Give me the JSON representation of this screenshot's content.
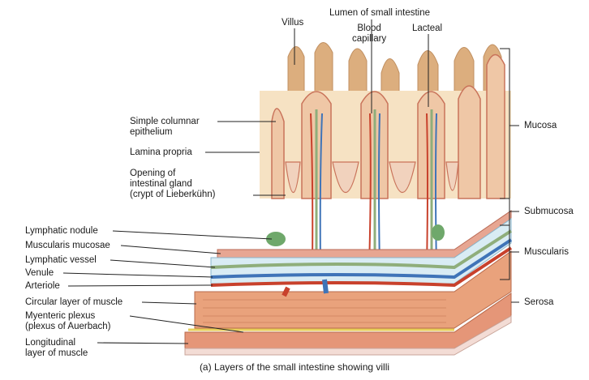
{
  "labels": {
    "villus": "Villus",
    "lumen": "Lumen of small intestine",
    "blood_capillary": "Blood\ncapillary",
    "lacteal": "Lacteal",
    "simple_columnar": "Simple columnar\nepithelium",
    "lamina_propria": "Lamina propria",
    "opening_gland": "Opening of\nintestinal gland\n(crypt of Lieberkühn)",
    "lymphatic_nodule": "Lymphatic nodule",
    "muscularis_mucosae": "Muscularis mucosae",
    "lymphatic_vessel": "Lymphatic vessel",
    "venule": "Venule",
    "arteriole": "Arteriole",
    "circular_muscle": "Circular layer of muscle",
    "myenteric_plexus": "Myenteric plexus\n(plexus of Auerbach)",
    "longitudinal_muscle": "Longitudinal\nlayer of muscle",
    "mucosa": "Mucosa",
    "submucosa": "Submucosa",
    "muscularis": "Muscularis",
    "serosa": "Serosa"
  },
  "caption": "(a) Layers of the small intestine showing villi",
  "colors": {
    "lamina": "#f6e2c3",
    "villus": "#efc7a6",
    "villus_back": "#d9aa78",
    "epithelium": "#e6a08d",
    "submucosa": "#d9ecf4",
    "muscle": "#e9a27c",
    "artery": "#c8412c",
    "vein": "#3f74b8",
    "lymph": "#8fae7b",
    "nodule": "#6fa86b",
    "serosa": "#f3dcd5"
  }
}
